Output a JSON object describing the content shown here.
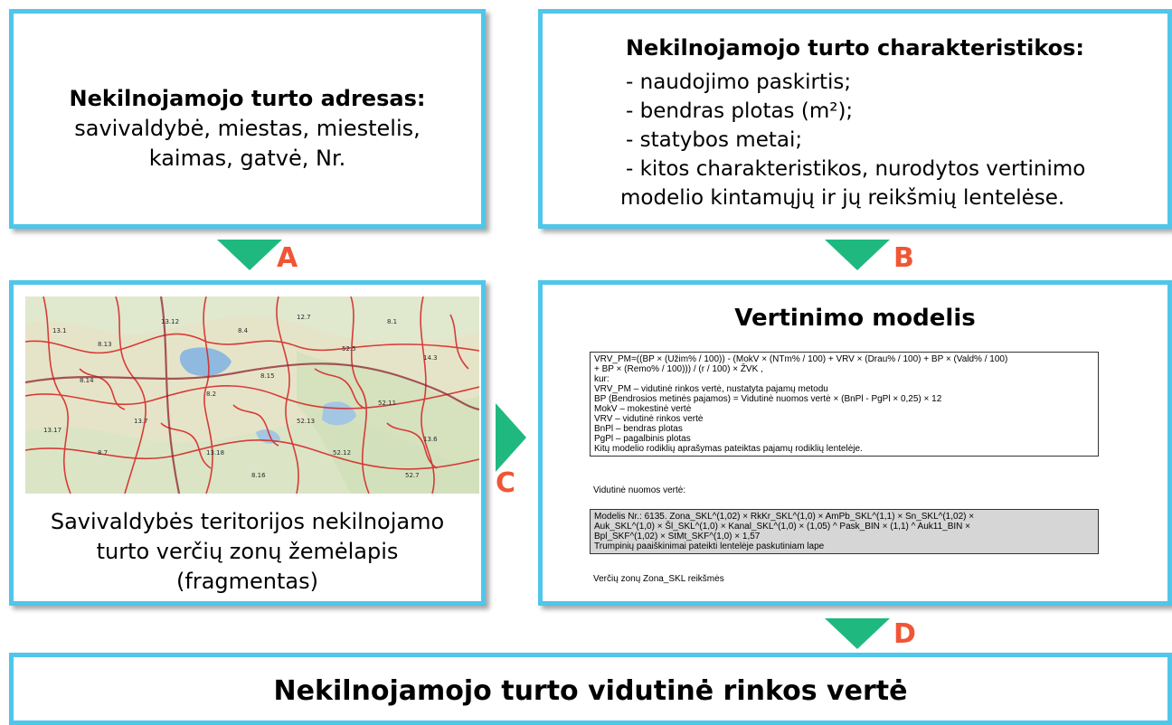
{
  "address": {
    "title": "Nekilnojamojo turto adresas:",
    "line1": "savivaldybė, miestas, miestelis,",
    "line2": "kaimas, gatvė, Nr."
  },
  "characteristics": {
    "title": "Nekilnojamojo turto charakteristikos:",
    "items": [
      "- naudojimo paskirtis;",
      "- bendras plotas (m²);",
      "- statybos metai;",
      "- kitos charakteristikos, nurodytos vertinimo",
      "modelio kintamųjų ir jų reikšmių lentelėse."
    ]
  },
  "map": {
    "caption_line1": "Savivaldybės teritorijos nekilnojamo",
    "caption_line2": "turto verčių zonų žemėlapis",
    "caption_line3": "(fragmentas)",
    "zone_labels": [
      "13.1",
      "8.13",
      "13.12",
      "8.14",
      "8.4",
      "12.7",
      "8.2",
      "52.5",
      "8.1",
      "13.7",
      "8.15",
      "14.3",
      "52.13",
      "52.12",
      "52.11",
      "13.18",
      "8.7",
      "13.17",
      "8.16",
      "13.6",
      "52.7"
    ]
  },
  "model": {
    "title": "Vertinimo modelis",
    "formula_lines": [
      "VRV_PM=((BP × (Užim% / 100)) - (MokV × (NTm% / 100) + VRV × (Drau% / 100) + BP × (Vald% / 100)",
      "+ BP × (Remo% / 100))) / (r / 100) × ŽVK ,",
      "kur:",
      "VRV_PM – vidutinė rinkos vertė, nustatyta pajamų metodu",
      "BP (Bendrosios metinės pajamos) = Vidutinė nuomos vertė × (BnPl - PgPl × 0,25) × 12",
      "MokV – mokestinė vertė",
      "VRV – vidutinė rinkos vertė",
      "BnPl – bendras plotas",
      "PgPl – pagalbinis plotas",
      "Kitų modelio rodiklių aprašymas pateiktas  pajamų rodiklių lentelėje."
    ],
    "rent_label": "Vidutinė nuomos vertė:",
    "rent_lines": [
      "Modelis Nr.: 6135. Zona_SKL^(1,02) × RkKr_SKL^(1,0) × AmPb_SKL^(1,1) × Sn_SKL^(1,02) ×",
      "Auk_SKL^(1,0) × Šl_SKL^(1,0) × Kanal_SKL^(1,0) × (1,05) ^ Pask_BIN × (1,1) ^ Auk11_BIN ×",
      "Bpl_SKF^(1,02) × StMt_SKF^(1,0) × 1,57",
      "Trumpinių paaiškinimai pateikti lentelėje paskutiniam lape"
    ],
    "zones_label": "Verčių zonų Zona_SKL reikšmės"
  },
  "result": {
    "title": "Nekilnojamojo turto vidutinė rinkos vertė"
  },
  "arrows": {
    "a": "A",
    "b": "B",
    "c": "C",
    "d": "D"
  },
  "colors": {
    "border": "#4fc6ea",
    "arrow": "#1fb980",
    "letter": "#ef5636"
  }
}
